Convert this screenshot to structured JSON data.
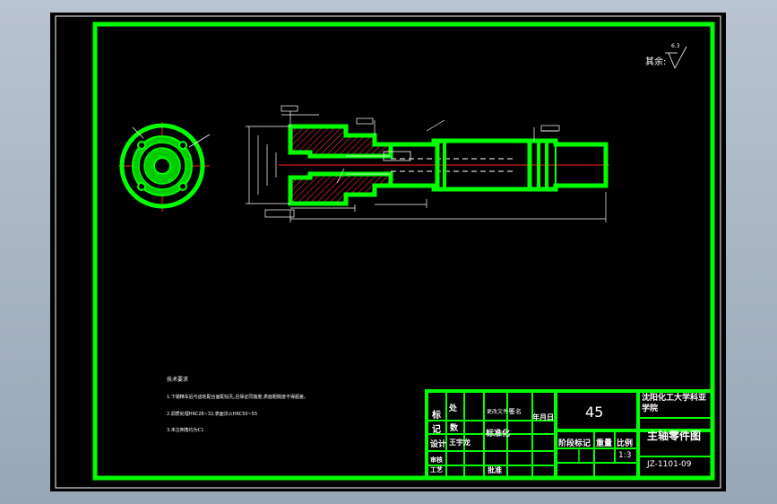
{
  "drawing": {
    "roughness_label": "其余:",
    "roughness_value": "6.3",
    "tech_requirements_title": "技术要求",
    "tech_requirements": [
      "1.下端精车后与齿轮配合面配钻孔,且保证同轴度,表面粗糙度不得超差。",
      "2.调质处理HRC28~32,表面淬火HRC50~55",
      "3.未注倒角均为C1"
    ]
  },
  "title_block": {
    "row1": [
      "标",
      "处",
      "更改文件号",
      "签名",
      "年月日"
    ],
    "row2": [
      "记",
      "数"
    ],
    "standard": "标准化",
    "designer_label": "设计",
    "designer_name": "王宇龙",
    "review_label": "审核",
    "process_label": "工艺",
    "approve_label": "批准",
    "material": "45",
    "school": "沈阳化工大学科亚学院",
    "part_name": "主轴零件图",
    "stage_label": "阶段标记",
    "weight_label": "重量",
    "scale_label": "比例",
    "scale_value": "1:3",
    "drawing_no": "JZ-1101-09"
  },
  "colors": {
    "frame": "#00ff00",
    "background": "#000000",
    "centerline": "#ff2020",
    "hatch": "#ff3030",
    "annotation": "#ffffff"
  }
}
